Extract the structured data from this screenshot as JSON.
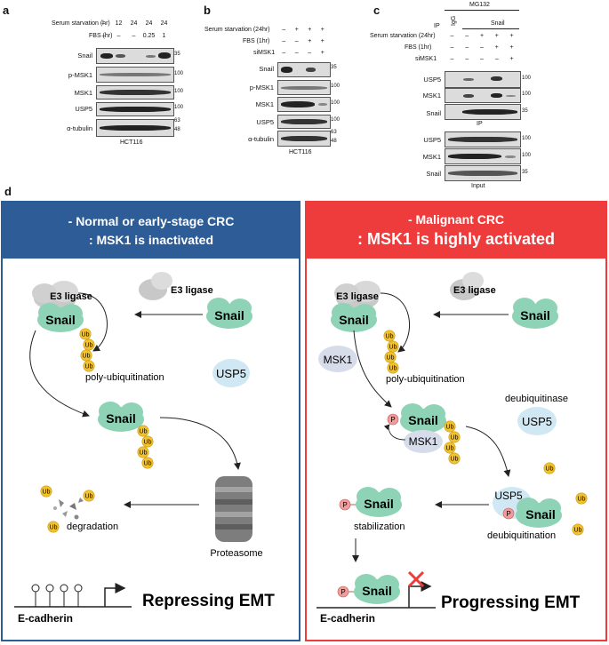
{
  "panels": {
    "a": "a",
    "b": "b",
    "c": "c",
    "d": "d"
  },
  "panel_a": {
    "header_rows": [
      {
        "label": "Serum starvation (hr)",
        "values": [
          "–",
          "12",
          "24",
          "24",
          "24"
        ]
      },
      {
        "label": "FBS (hr)",
        "values": [
          "–",
          "–",
          "–",
          "0.25",
          "1"
        ]
      }
    ],
    "blot_labels": [
      "Snail",
      "p-MSK1",
      "MSK1",
      "USP5",
      "α-tubulin"
    ],
    "markers": [
      "35",
      "100",
      "100",
      "100",
      "63",
      "48"
    ],
    "cell_line": "HCT116"
  },
  "panel_b": {
    "header_rows": [
      {
        "label": "Serum starvation (24hr)",
        "values": [
          "–",
          "+",
          "+",
          "+"
        ]
      },
      {
        "label": "FBS (1hr)",
        "values": [
          "–",
          "–",
          "+",
          "+"
        ]
      },
      {
        "label": "siMSK1",
        "values": [
          "–",
          "–",
          "–",
          "+"
        ]
      }
    ],
    "blot_labels": [
      "Snail",
      "p-MSK1",
      "MSK1",
      "USP5",
      "α-tubulin"
    ],
    "markers": [
      "35",
      "100",
      "100",
      "100",
      "63",
      "48"
    ],
    "cell_line": "HCT116"
  },
  "panel_c": {
    "mg132": "MG132",
    "ip_label": "IP",
    "igg": "IgG",
    "snail_ip": "Snail",
    "header_rows": [
      {
        "label": "Serum starvation (24hr)",
        "values": [
          "–",
          "–",
          "+",
          "+",
          "+"
        ]
      },
      {
        "label": "FBS (1hr)",
        "values": [
          "–",
          "–",
          "–",
          "+",
          "+"
        ]
      },
      {
        "label": "siMSK1",
        "values": [
          "–",
          "–",
          "–",
          "–",
          "+"
        ]
      }
    ],
    "ip_blots": [
      "USP5",
      "MSK1",
      "Snail"
    ],
    "ip_markers": [
      "100",
      "100",
      "35"
    ],
    "ip_caption": "IP",
    "input_blots": [
      "USP5",
      "MSK1",
      "Snail"
    ],
    "input_markers": [
      "100",
      "100",
      "35"
    ],
    "input_caption": "Input"
  },
  "left_box": {
    "title1": "- Normal or early-stage CRC",
    "title2": ": MSK1 is inactivated",
    "e3_ligase": "E3 ligase",
    "e3_ligase_free": "E3 ligase",
    "snail": "Snail",
    "snail_free": "Snail",
    "snail_mid": "Snail",
    "ub": "Ub",
    "poly_ub": "poly-ubiquitination",
    "usp5": "USP5",
    "degradation": "degradation",
    "proteasome": "Proteasome",
    "gene": "E-cadherin",
    "outcome": "Repressing EMT"
  },
  "right_box": {
    "title1": "- Malignant CRC",
    "title2": ": MSK1 is highly activated",
    "e3_ligase": "E3 ligase",
    "e3_ligase_free": "E3 ligase",
    "snail": "Snail",
    "snail_free": "Snail",
    "ub": "Ub",
    "poly_ub": "poly-ubiquitination",
    "msk1": "MSK1",
    "msk1_bound": "MSK1",
    "p": "P",
    "snail_mid": "Snail",
    "deubiquitinase": "deubiquitinase",
    "usp5": "USP5",
    "usp5_bound": "USP5",
    "snail_usp5": "Snail",
    "deubiquitination": "deubiquitination",
    "snail_stab": "Snail",
    "stabilization": "stabilization",
    "snail_promoter": "Snail",
    "gene": "E-cadherin",
    "outcome": "Progressing EMT"
  },
  "colors": {
    "left_header": "#2e5c96",
    "right_header": "#ee3b3b",
    "snail": "#8fd3b6",
    "ub": "#f2c12e",
    "usp5": "#cfe8f3",
    "msk1": "#d6dcea",
    "phospho": "#f29b9b"
  }
}
